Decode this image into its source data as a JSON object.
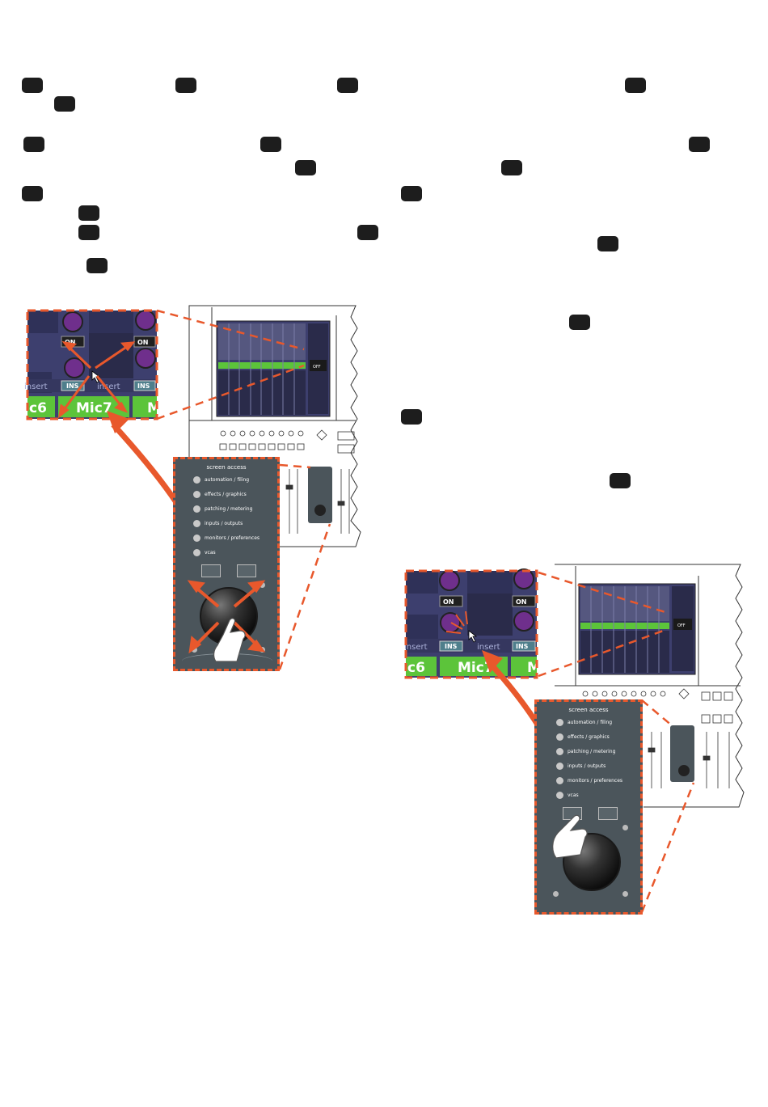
{
  "colors": {
    "accent": "#e8582c",
    "badge": "#1d1d1d",
    "panel": "#4b555b",
    "screen": "#3d3f6e",
    "green": "#5cc43a",
    "knob": "#6f2f8c"
  },
  "panel": {
    "title": "screen access",
    "buttons": [
      "automation / filing",
      "effects / graphics",
      "patching / metering",
      "inputs / outputs",
      "monitors / preferences",
      "vcas"
    ]
  },
  "zoom": {
    "on_label": "ON",
    "ins_label": "INS",
    "insert_label": "insert",
    "channels": [
      "c6",
      "Mic7",
      "M"
    ]
  },
  "console": {
    "off_label": "OFF"
  }
}
